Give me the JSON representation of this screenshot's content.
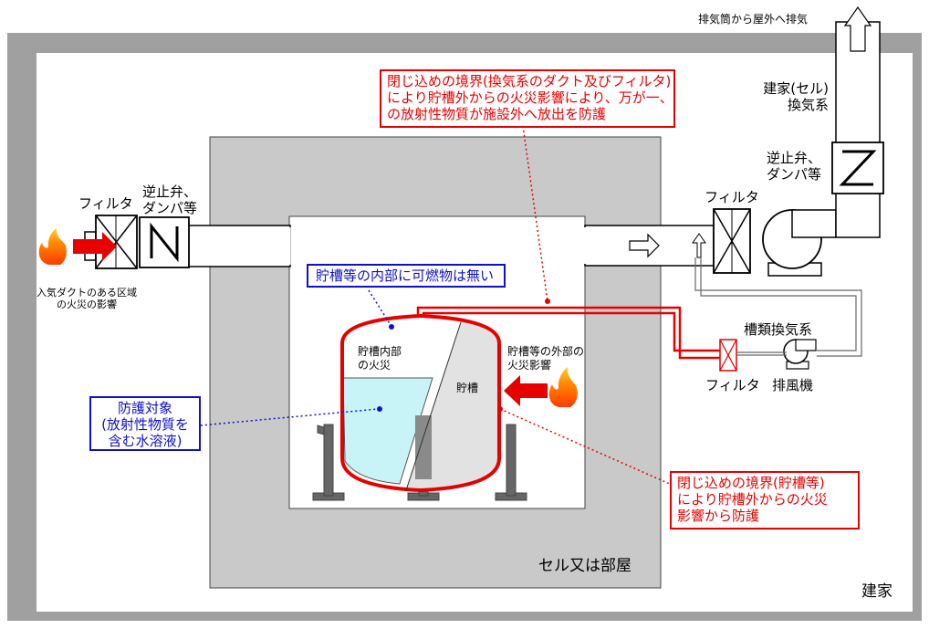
{
  "labels": {
    "exhaust": "排気筒から屋外へ排気",
    "building_vent_1": "建家(セル)",
    "building_vent_2": "換気系",
    "check_valve_right_1": "逆止弁、",
    "check_valve_right_2": "ダンパ等",
    "filter_left": "フィルタ",
    "check_valve_left_1": "逆止弁、",
    "check_valve_left_2": "ダンパ等",
    "filter_right": "フィルタ",
    "intake_fire_1": "入気ダクトのある区域",
    "intake_fire_2": "の火災の影響",
    "tank_vent": "槽類換気系",
    "filter_small": "フィルタ",
    "blower": "排風機",
    "tank_inner_fire_1": "貯槽内部",
    "tank_inner_fire_2": "の火災",
    "tank_outer_fire_1": "貯槽等の外部の",
    "tank_outer_fire_2": "火災影響",
    "tank": "貯槽",
    "cell_room": "セル又は部屋",
    "building": "建家"
  },
  "callouts": {
    "top_red": [
      "閉じ込めの境界(換気系のダクト及びフィルタ)",
      "により貯槽外からの火災影響により、万が一、",
      "の放射性物質が施設外へ放出を防護"
    ],
    "blue_no_fuel": [
      "貯槽等の内部に可燃物は無い"
    ],
    "blue_protect": [
      "防護対象",
      "(放射性物質を",
      "含む水溶液)"
    ],
    "bottom_red": [
      "閉じ込めの境界(貯槽等)",
      "により貯槽外からの火災",
      "影響から防護"
    ]
  },
  "colors": {
    "boundary_red": "#e60000",
    "callout_blue": "#1010c8",
    "building_gray": "#a0a0a0",
    "cell_gray": "#c9c9c9",
    "liquid": "#c8f4f8",
    "flame_orange": "#ff7a00"
  },
  "icons": [
    "fire-icon",
    "arrow-right-icon",
    "filter-icon",
    "damper-icon",
    "fan-icon",
    "arrow-up-icon"
  ]
}
